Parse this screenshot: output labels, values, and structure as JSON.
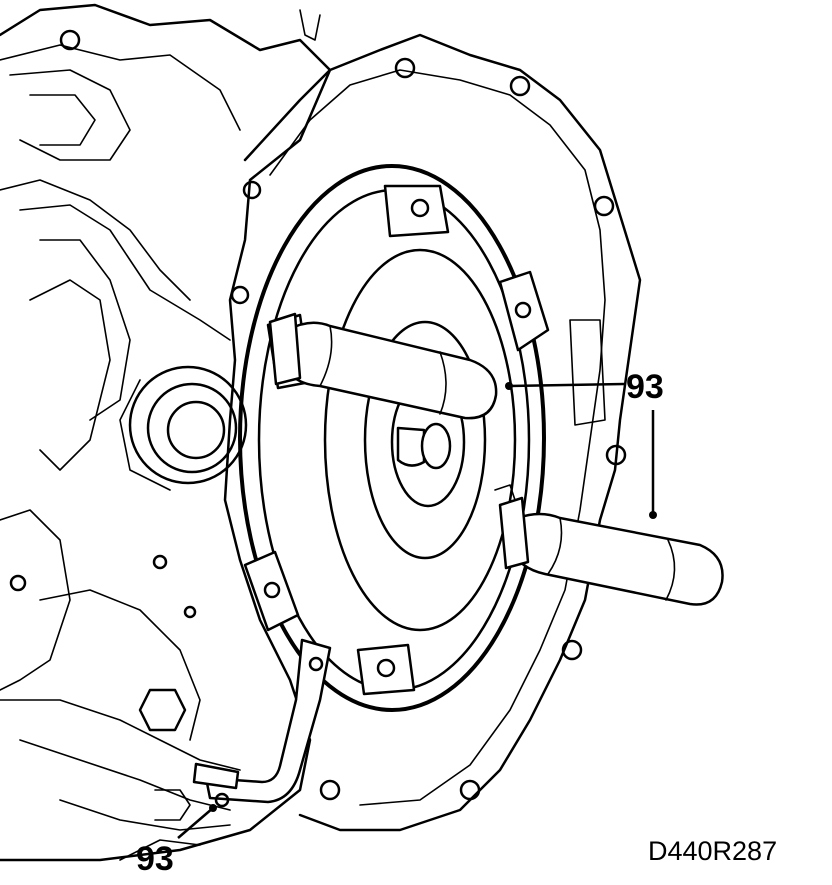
{
  "figure": {
    "callouts": [
      {
        "id": "handle-upper",
        "label": "93"
      },
      {
        "id": "handle-lower",
        "label": "93"
      },
      {
        "id": "bracket-tool",
        "label": "93"
      }
    ],
    "drawing_code": "D440R287"
  },
  "colors": {
    "ink": "#000000",
    "paper": "#ffffff"
  }
}
